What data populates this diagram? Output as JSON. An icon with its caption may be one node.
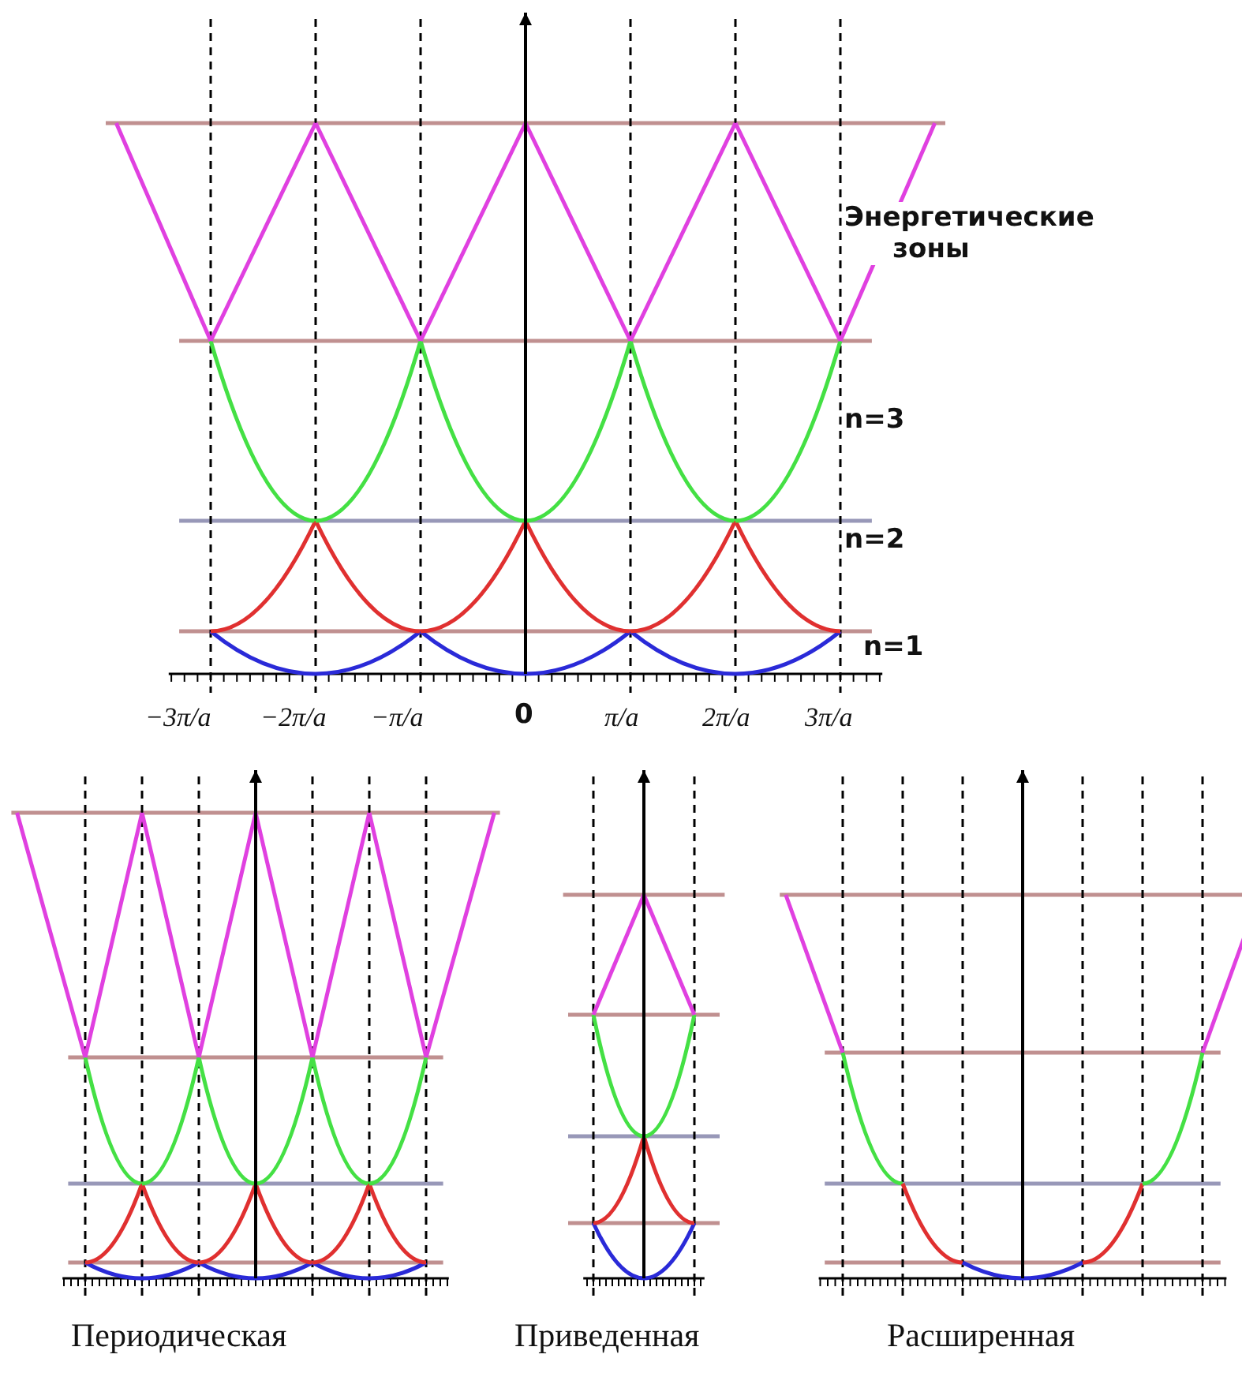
{
  "diagram": {
    "labels": [
      "Энергетические зоны",
      "n=3",
      "n=2",
      "n=1",
      "−3π/a",
      "−2π/a",
      "−π/a",
      "0",
      "π/a",
      "2π/a",
      "3π/a",
      "Периодическая",
      "Приведенная",
      "Расширенная"
    ]
  }
}
